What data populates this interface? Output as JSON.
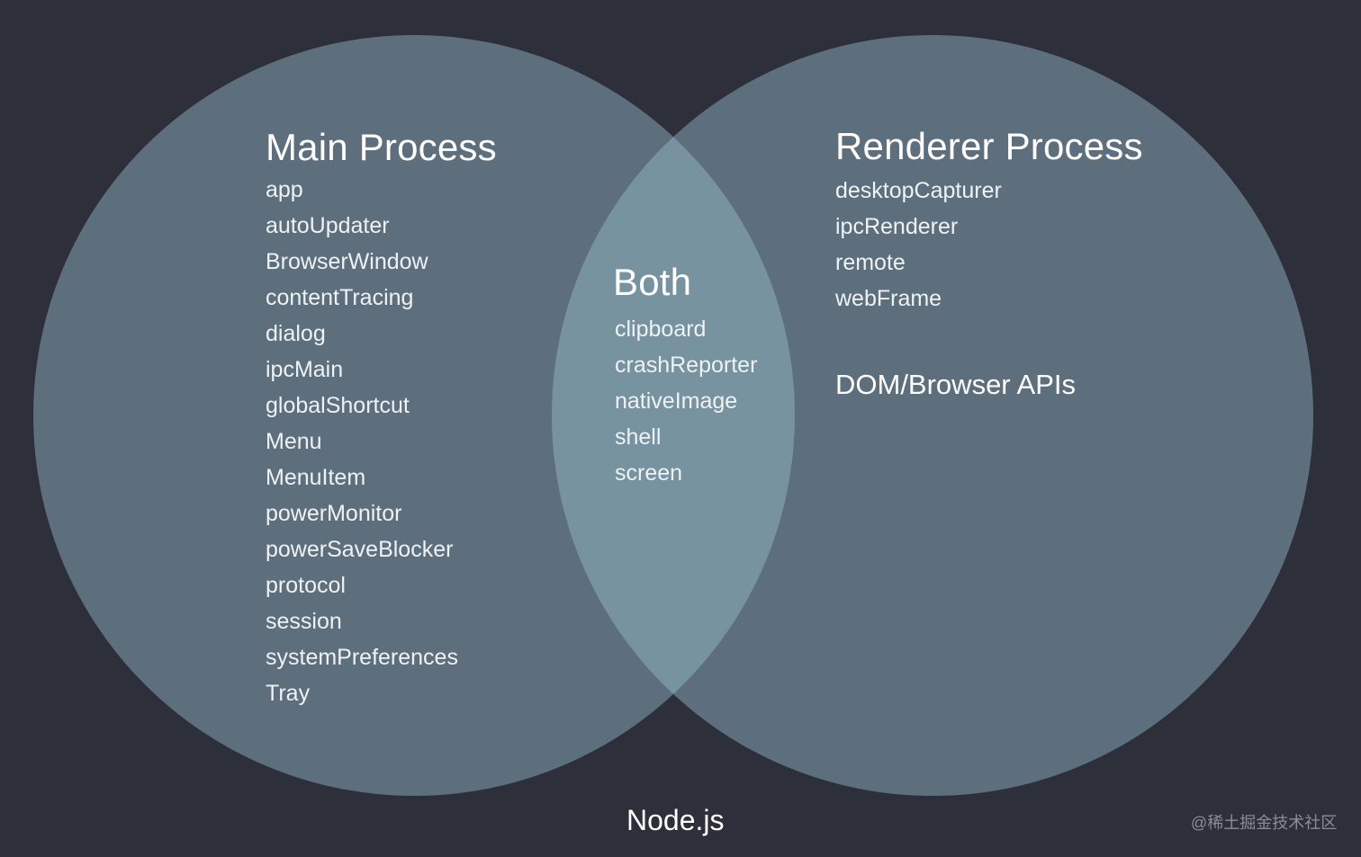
{
  "diagram": {
    "left_circle": {
      "title": "Main Process",
      "items": [
        "app",
        "autoUpdater",
        "BrowserWindow",
        "contentTracing",
        "dialog",
        "ipcMain",
        "globalShortcut",
        "Menu",
        "MenuItem",
        "powerMonitor",
        "powerSaveBlocker",
        "protocol",
        "session",
        "systemPreferences",
        "Tray"
      ]
    },
    "intersection": {
      "title": "Both",
      "items": [
        "clipboard",
        "crashReporter",
        "nativeImage",
        "shell",
        "screen"
      ]
    },
    "right_circle": {
      "title": "Renderer Process",
      "items": [
        "desktopCapturer",
        "ipcRenderer",
        "remote",
        "webFrame"
      ],
      "extra": "DOM/Browser APIs"
    },
    "footer": "Node.js"
  },
  "watermark": "@稀土掘金技术社区",
  "colors": {
    "background": "#2d303a",
    "circle": "#5d6e7c",
    "intersection": "#76939f",
    "text": "#ffffff"
  }
}
